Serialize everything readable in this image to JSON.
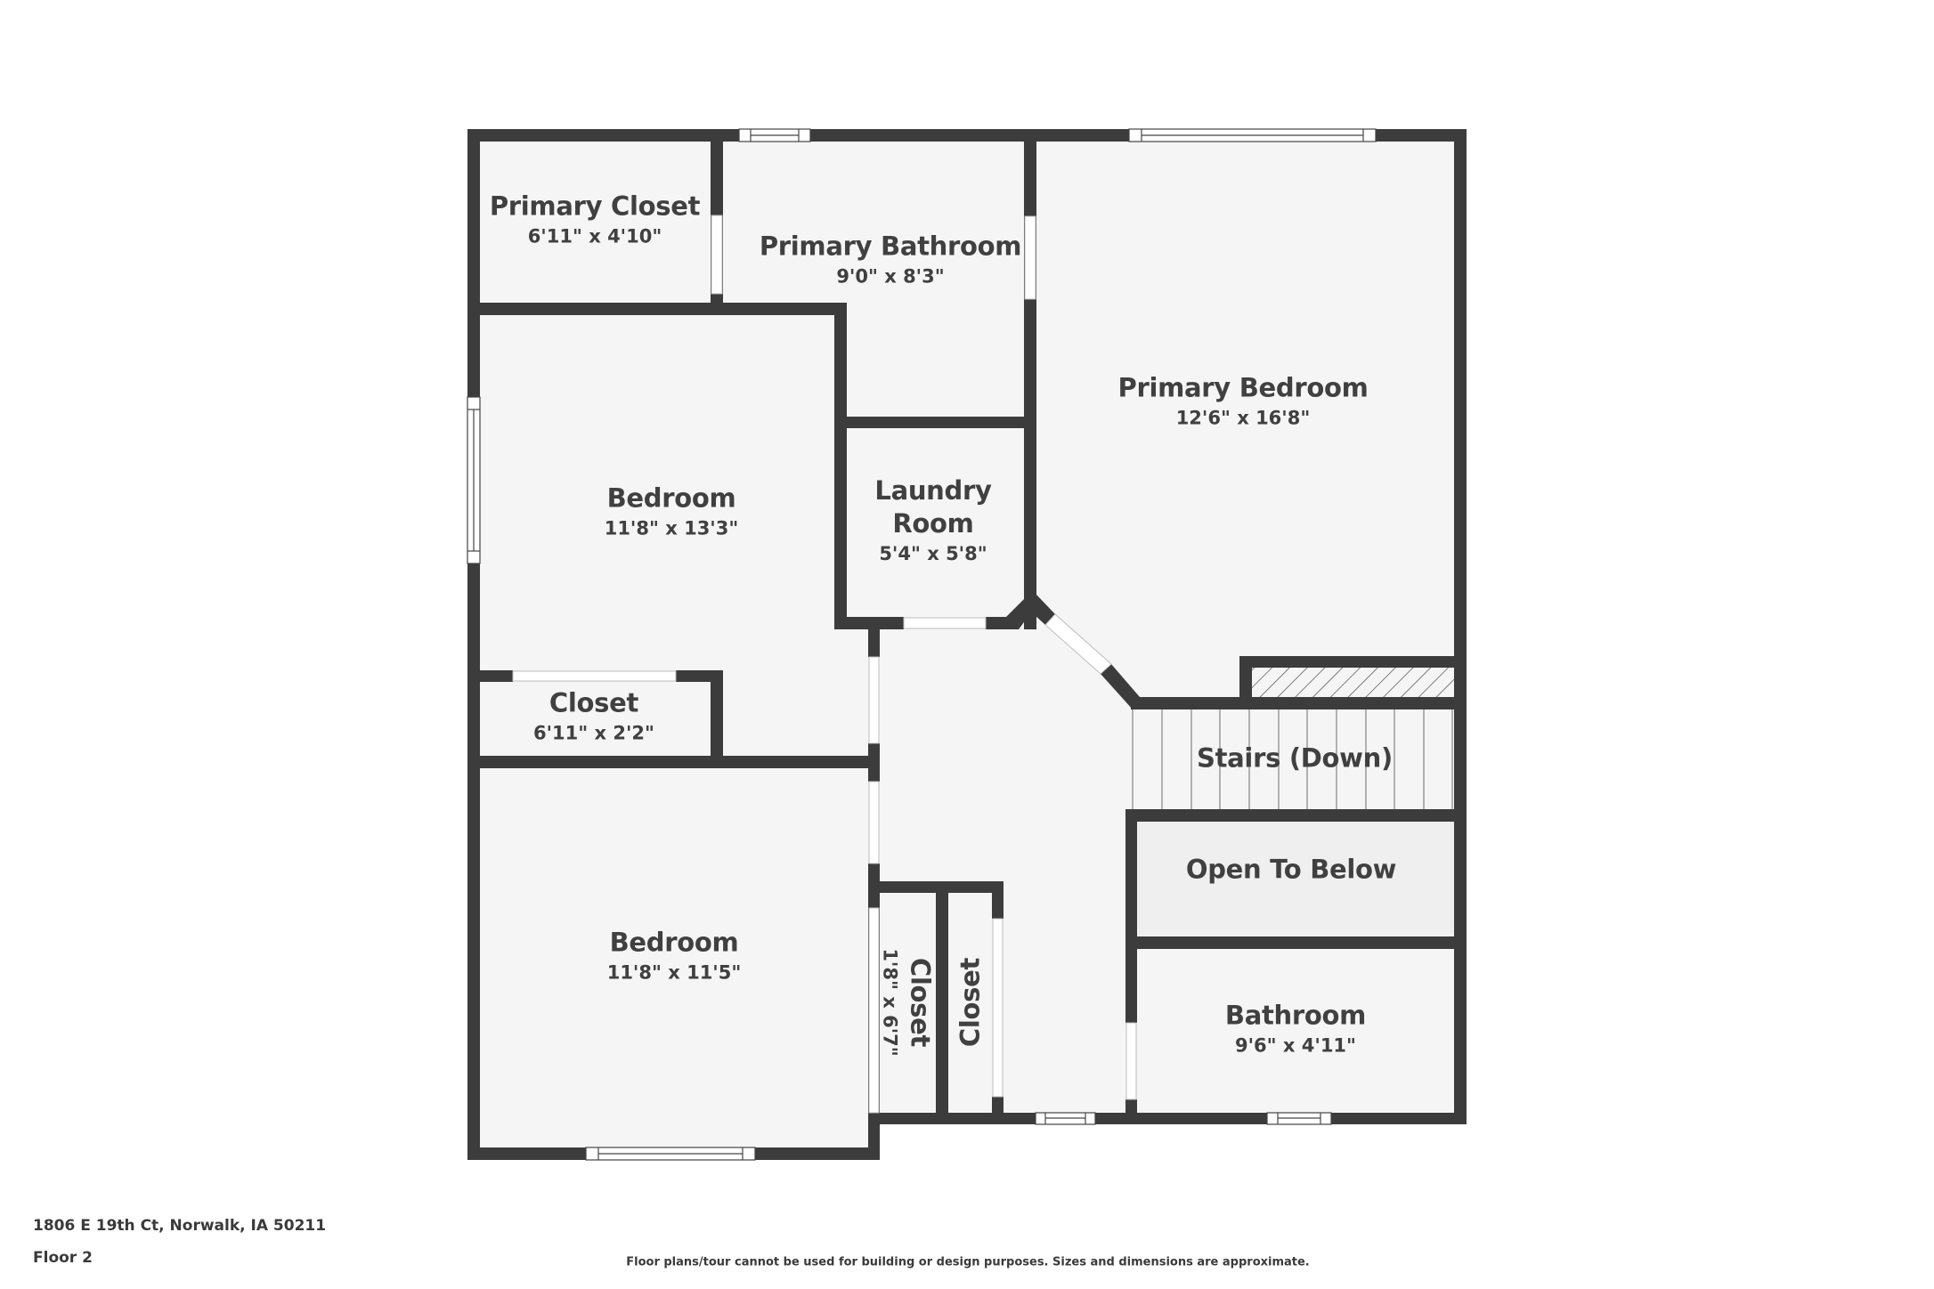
{
  "colors": {
    "wall": "#3c3c3c",
    "floor": "#f5f5f5",
    "open_to_below": "#efefef",
    "text": "#404040",
    "background": "#ffffff"
  },
  "floor_plan": {
    "floor": "Floor 2",
    "rooms": [
      {
        "name": "Primary Closet",
        "dimensions": "6'11\" x 4'10\""
      },
      {
        "name": "Primary Bathroom",
        "dimensions": "9'0\" x 8'3\""
      },
      {
        "name": "Primary Bedroom",
        "dimensions": "12'6\" x 16'8\""
      },
      {
        "name": "Bedroom",
        "dimensions": "11'8\" x 13'3\""
      },
      {
        "name": "Laundry",
        "name_line2": "Room",
        "dimensions": "5'4\" x 5'8\""
      },
      {
        "name": "Closet",
        "dimensions": "6'11\" x 2'2\""
      },
      {
        "name": "Stairs (Down)"
      },
      {
        "name": "Open To Below"
      },
      {
        "name": "Bedroom",
        "dimensions": "11'8\" x 11'5\""
      },
      {
        "name": "Closet",
        "dimensions": "1'8\" x 6'7\""
      },
      {
        "name": "Closet"
      },
      {
        "name": "Bathroom",
        "dimensions": "9'6\" x 4'11\""
      }
    ]
  },
  "footer": {
    "address": "1806 E 19th Ct, Norwalk, IA 50211",
    "floor_label": "Floor 2",
    "disclaimer": "Floor plans/tour cannot be used for building or design purposes. Sizes and dimensions are approximate."
  }
}
